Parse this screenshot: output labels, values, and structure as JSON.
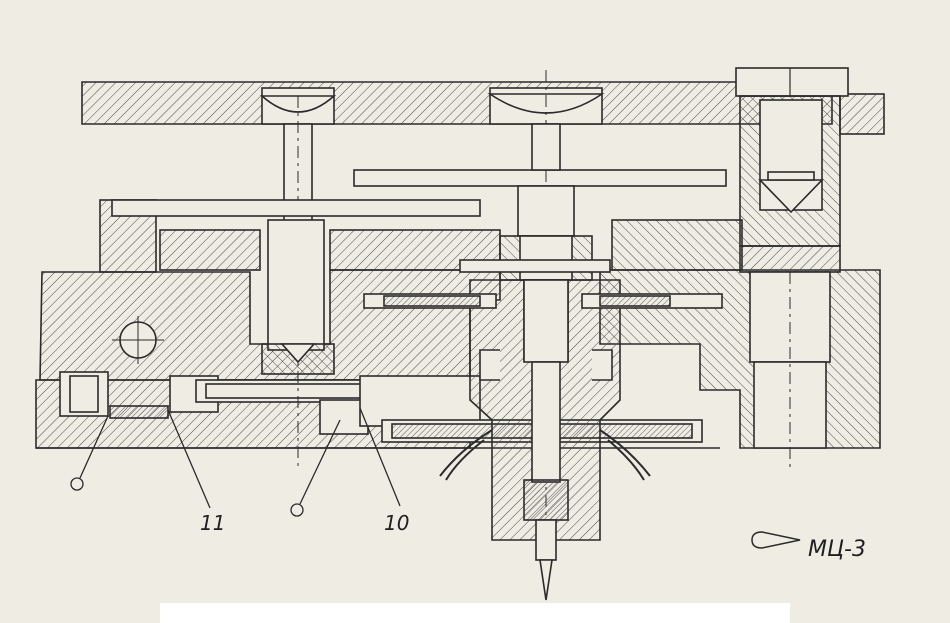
{
  "labels": {
    "callout_11": "11",
    "callout_10": "10",
    "mark": "МЦ-3"
  },
  "colors": {
    "paper": "#efece4",
    "ink": "#2b2b2b",
    "hatch": "#4a4a4a"
  }
}
